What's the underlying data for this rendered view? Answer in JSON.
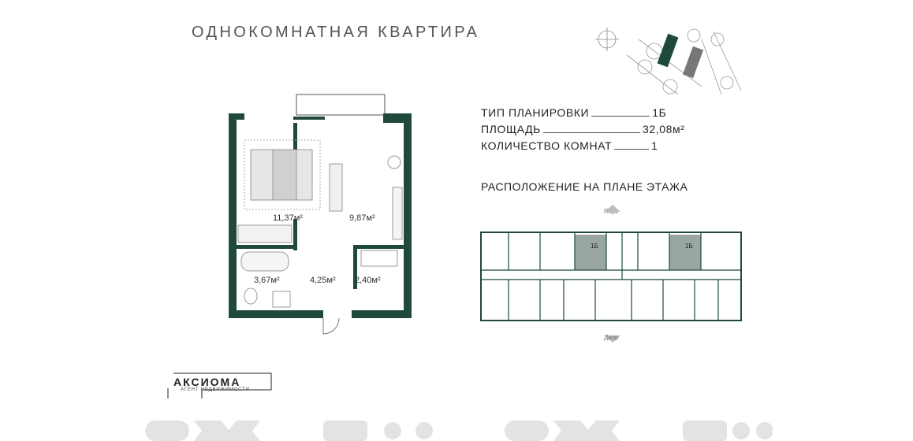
{
  "title": "ОДНОКОМНАТНАЯ  КВАРТИРА",
  "specs": [
    {
      "label": "ТИП ПЛАНИРОВКИ",
      "value": "1Б"
    },
    {
      "label": "ПЛОЩАДЬ",
      "value": "32,08м²"
    },
    {
      "label": "КОЛИЧЕСТВО КОМНАТ",
      "value": "1"
    }
  ],
  "floor_plan_heading": "РАСПОЛОЖЕНИЕ НА ПЛАНЕ ЭТАЖА",
  "rooms": [
    {
      "area": "11,37м²"
    },
    {
      "area": "9,87м²"
    },
    {
      "area": "3,67м²"
    },
    {
      "area": "4,25м²"
    },
    {
      "area": "2,40м²"
    }
  ],
  "floor_plan": {
    "top_label": "Парк",
    "bottom_label": "Двор",
    "unit_labels": [
      "1Б",
      "1Б"
    ]
  },
  "logo": {
    "name": "АКСИОМА",
    "tagline": "АГЕНТ НЕДВИЖИМОСТИ"
  },
  "colors": {
    "accent": "#1f4a3a",
    "highlight": "#9aa6a1",
    "wall": "#1f4a3a"
  }
}
